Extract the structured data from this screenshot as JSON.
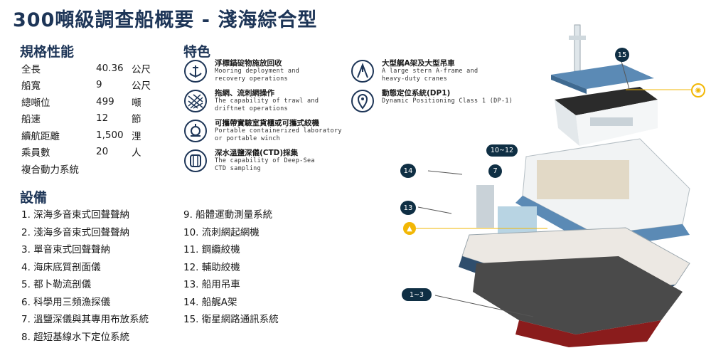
{
  "title": "300噸級調查船概要 - 淺海綜合型",
  "spec": {
    "heading": "規格性能",
    "rows": [
      {
        "k": "全長",
        "v": "40.36",
        "u": "公尺"
      },
      {
        "k": "船寬",
        "v": "9",
        "u": "公尺"
      },
      {
        "k": "總噸位",
        "v": "499",
        "u": "噸"
      },
      {
        "k": "船速",
        "v": "12",
        "u": "節"
      },
      {
        "k": "續航距離",
        "v": "1,500",
        "u": "浬"
      },
      {
        "k": "乘員數",
        "v": "20",
        "u": "人"
      },
      {
        "k": "複合動力系統",
        "v": "",
        "u": ""
      }
    ]
  },
  "features": {
    "heading": "特色",
    "items": [
      {
        "zh": "浮標錨碇物施放回收",
        "en1": "Mooring deployment and",
        "en2": "recovery operations",
        "icon": "mooring-icon"
      },
      {
        "zh": "拖網、流刺網操作",
        "en1": "The capability of trawl and",
        "en2": "driftnet operations",
        "icon": "net-icon"
      },
      {
        "zh": "可攜帶實驗室貨櫃或可攜式絞機",
        "en1": "Portable containerized laboratory",
        "en2": "or portable winch",
        "icon": "winch-icon"
      },
      {
        "zh": "深水溫鹽深儀(CTD)採集",
        "en1": "The capability of Deep-Sea",
        "en2": "CTD sampling",
        "icon": "ctd-icon"
      },
      {
        "zh": "大型艉A架及大型吊車",
        "en1": "A large stern A-frame and",
        "en2": "heavy-duty cranes",
        "icon": "crane-icon"
      },
      {
        "zh": "動態定位系統(DP1)",
        "en1": "Dynamic Positioning Class 1 (DP-1)",
        "en2": "",
        "icon": "location-pin-icon"
      }
    ]
  },
  "equipment": {
    "heading": "設備",
    "left": [
      "1. 深海多音束式回聲聲納",
      "2. 淺海多音束式回聲聲納",
      "3. 單音束式回聲聲納",
      "4. 海床底質剖面儀",
      "5. 都卜勒流剖儀",
      "6. 科學用三頻漁探儀",
      "7. 溫鹽深儀與其專用布放系統",
      "8. 超短基線水下定位系統"
    ],
    "right": [
      "9. 船體運動測量系統",
      "10. 流刺網起網機",
      "11. 鋼纜絞機",
      "12. 輔助絞機",
      "13. 船用吊車",
      "14. 船艉A架",
      "15. 衛星網路通訊系統"
    ]
  },
  "callouts": [
    "15",
    "10~12",
    "7",
    "14",
    "13",
    "1~3"
  ],
  "colors": {
    "navy": "#1d3557",
    "teal": "#0f5c6e",
    "accent": "#f2b705",
    "hull": "#e9eef2",
    "red": "#8a1c1c"
  }
}
